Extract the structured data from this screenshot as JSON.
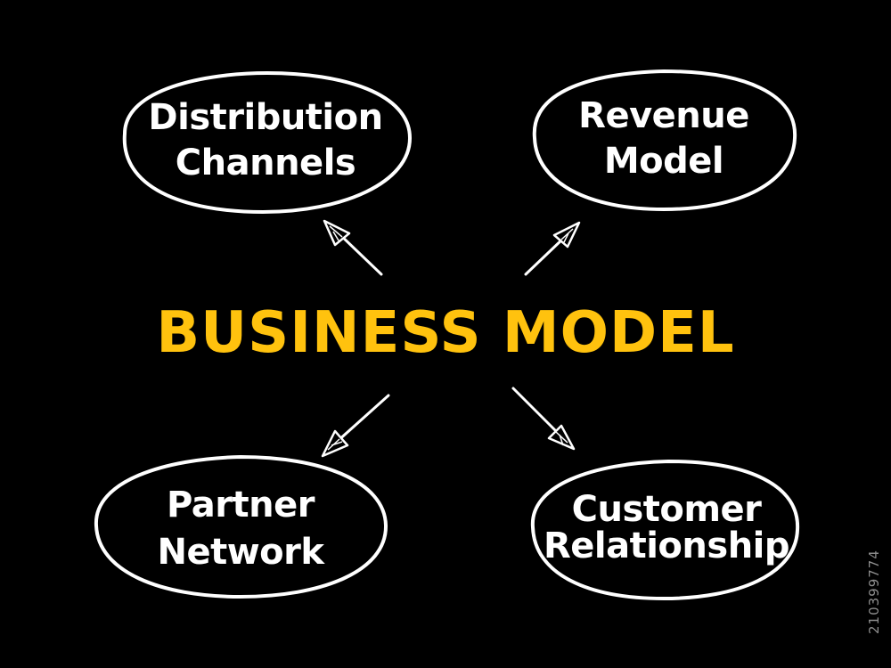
{
  "center": {
    "title": "BUSINESS MODEL",
    "color": "#ffc20e"
  },
  "nodes": {
    "top_left": {
      "line1": "Distribution",
      "line2": "Channels"
    },
    "top_right": {
      "line1": "Revenue",
      "line2": "Model"
    },
    "bottom_left": {
      "line1": "Partner",
      "line2": "Network"
    },
    "bottom_right": {
      "line1": "Customer",
      "line2": "Relationship"
    }
  },
  "side_id": "210399774",
  "colors": {
    "background": "#000000",
    "node_outline": "#ffffff",
    "node_text": "#ffffff"
  }
}
